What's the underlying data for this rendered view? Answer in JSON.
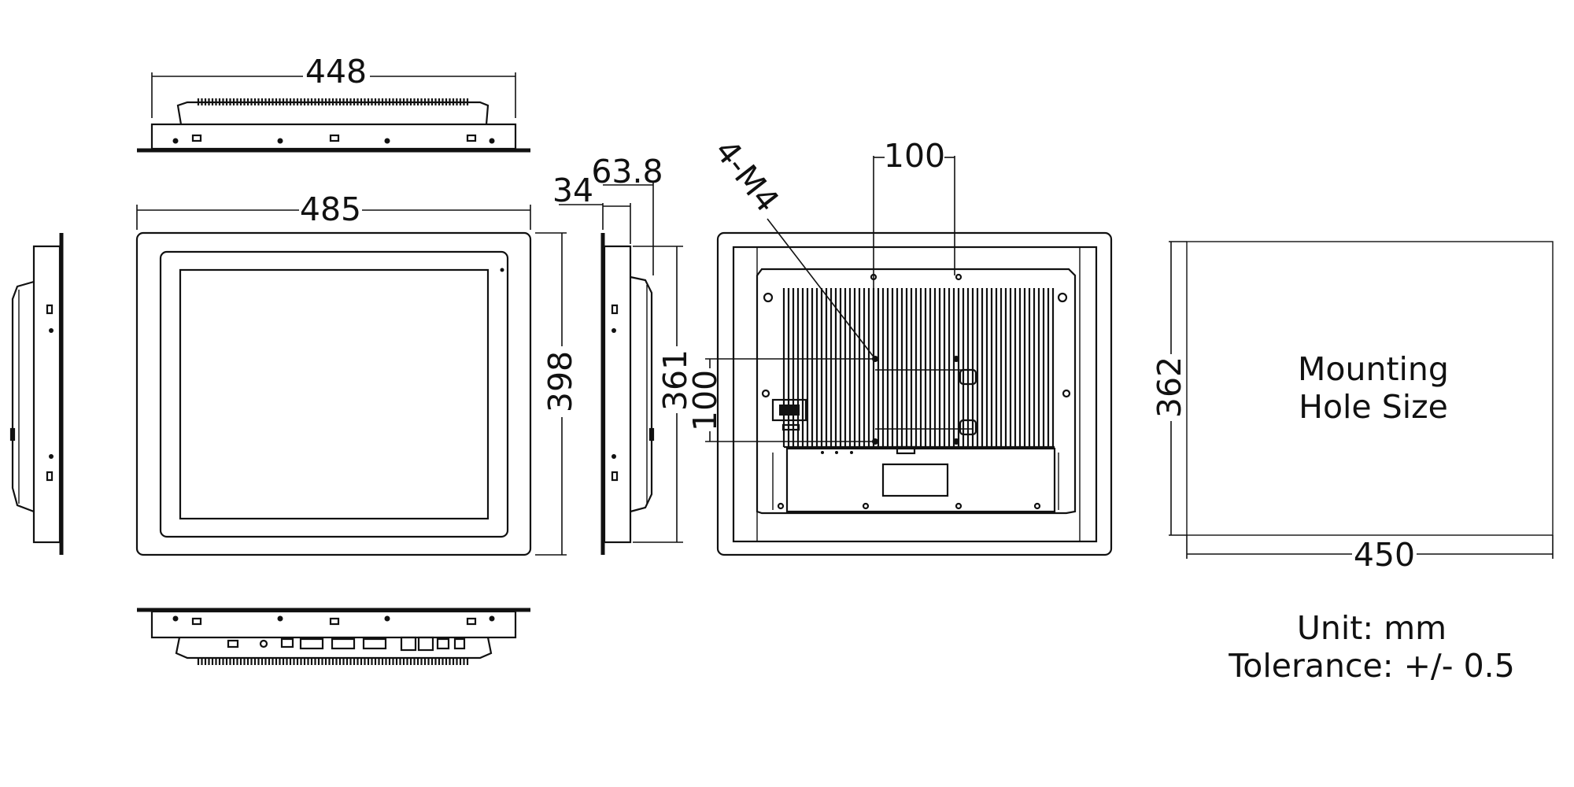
{
  "drawing": {
    "top_view": {
      "width_label": "448"
    },
    "front_view": {
      "width_label": "485",
      "height_label": "398"
    },
    "side_view": {
      "depth_bezel_label": "34",
      "depth_total_label": "63.8",
      "height_label": "361"
    },
    "rear_view": {
      "screw_label": "4-M4",
      "vesa_horizontal_label": "100",
      "vesa_vertical_label": "100"
    },
    "cutout": {
      "title_line1": "Mounting",
      "title_line2": "Hole Size",
      "width_label": "450",
      "height_label": "362"
    },
    "notes": {
      "unit": "Unit: mm",
      "tolerance": "Tolerance: +/- 0.5"
    }
  }
}
